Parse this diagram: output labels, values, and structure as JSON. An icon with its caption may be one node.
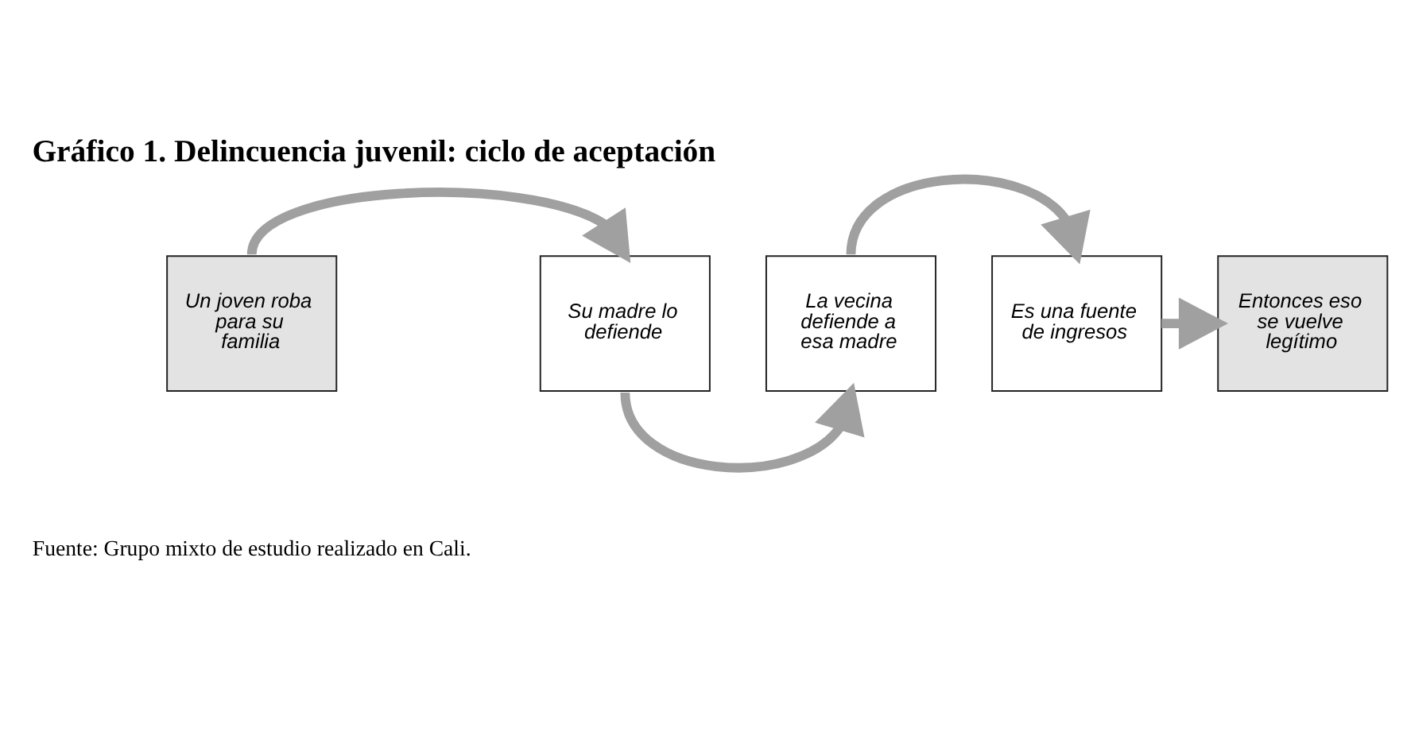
{
  "diagram": {
    "title": "Gráfico 1. Delincuencia juvenil: ciclo de aceptación",
    "caption": "Fuente: Grupo mixto de estudio realizado en Cali.",
    "nodes": [
      {
        "text": [
          "Un joven roba para su familia"
        ]
      },
      {
        "text": [
          "Su madre lo defiende"
        ]
      },
      {
        "text": [
          "La vecina defiende a esa madre"
        ]
      },
      {
        "text": [
          "Es una fuente de ingresos"
        ]
      },
      {
        "text": [
          "Entonces eso se vuelve legítimo"
        ]
      }
    ],
    "edges": [
      {
        "from": 0,
        "to": 1,
        "arrow": "to"
      },
      {
        "from": 1,
        "to": 2,
        "arrow": "to"
      },
      {
        "from": 2,
        "to": 3,
        "arrow": "to"
      },
      {
        "from": 3,
        "to": 4,
        "arrow": "to"
      }
    ]
  }
}
